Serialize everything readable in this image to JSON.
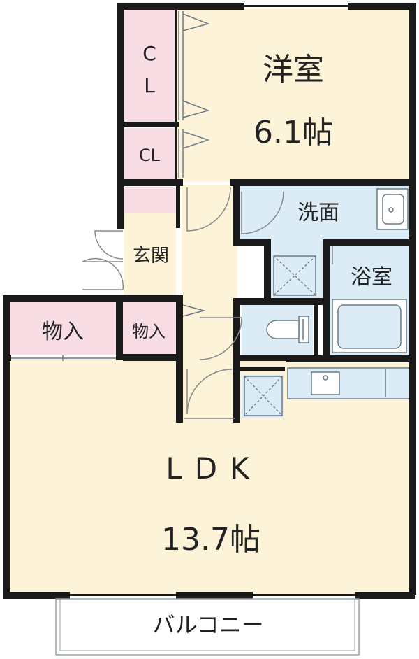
{
  "colors": {
    "wall": "#1a1a1a",
    "room_cream": "#fdf3d9",
    "storage_pink": "#f9dde4",
    "water_blue": "#dcecf7",
    "fixture_stroke": "#6b7b88",
    "door_stroke": "#8a8a8a"
  },
  "rooms": {
    "western_room": {
      "name": "洋室",
      "size": "6.1帖"
    },
    "closet_upper": {
      "name_line1": "C",
      "name_line2": "L"
    },
    "closet_lower": {
      "name": "CL"
    },
    "entrance": {
      "name": "玄関"
    },
    "storage_left": {
      "name": "物入"
    },
    "storage_small": {
      "name": "物入"
    },
    "washroom": {
      "name": "洗面"
    },
    "bathroom": {
      "name": "浴室"
    },
    "ldk": {
      "name": "LDK",
      "size": "13.7帖"
    },
    "balcony": {
      "name": "バルコニー"
    }
  },
  "icons": [
    "door-swing-icon",
    "sink-icon",
    "toilet-icon",
    "bathtub-icon",
    "washer-pan-icon",
    "kitchen-sink-icon"
  ]
}
